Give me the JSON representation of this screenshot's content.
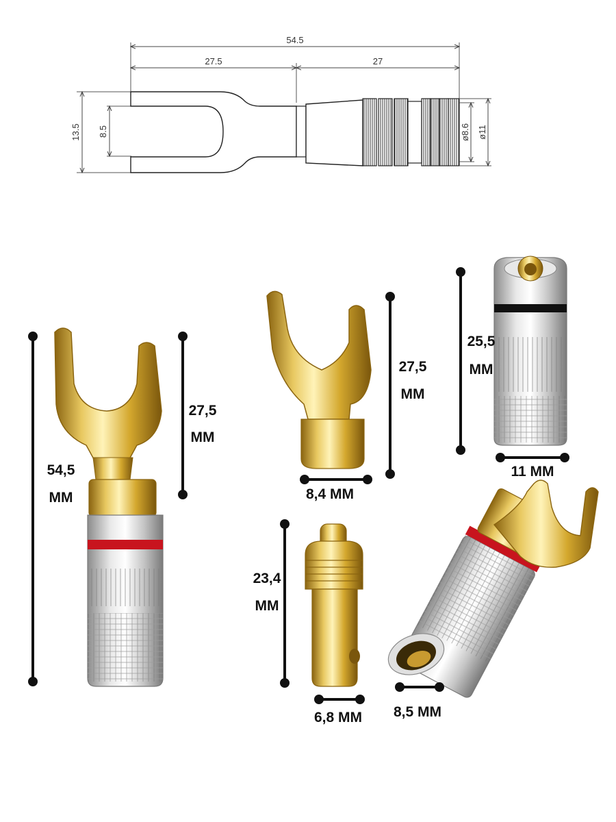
{
  "technical_drawing": {
    "overall_length": "54.5",
    "fork_length": "27.5",
    "sleeve_length": "27",
    "fork_width": "13.5",
    "fork_gap": "8.5",
    "inner_diameter": "ø8.6",
    "outer_diameter": "ø11"
  },
  "photo_labels": {
    "full_plug_length_value": "54,5",
    "full_plug_length_unit": "MM",
    "full_plug_fork_value": "27,5",
    "full_plug_fork_unit": "MM",
    "spade_height_value": "27,5",
    "spade_height_unit": "MM",
    "spade_base_width": "8,4 MM",
    "sleeve_height_value": "25,5",
    "sleeve_height_unit": "MM",
    "sleeve_width": "11 MM",
    "pin_height_value": "23,4",
    "pin_height_unit": "MM",
    "pin_width": "6,8 MM",
    "opening_width": "8,5 MM"
  },
  "colors": {
    "gold": "#d9b23c",
    "silver": "#c9c9c9",
    "accent_red": "#c8141e",
    "ring_black": "#111111",
    "marker": "#111111"
  }
}
